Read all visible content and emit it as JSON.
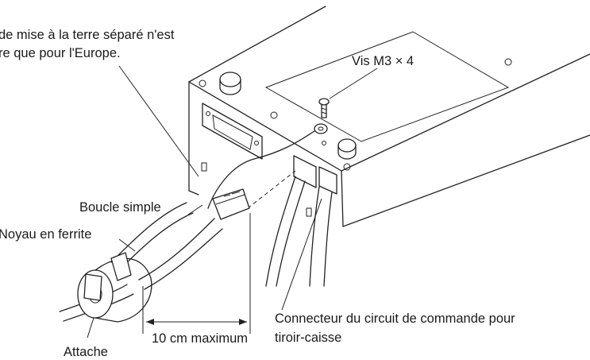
{
  "labels": {
    "ground_note_line1": "de mise à la terre séparé n'est",
    "ground_note_line2": "re que pour l'Europe.",
    "screw": "Vis M3 × 4",
    "single_loop": "Boucle simple",
    "ferrite_core": "Noyau en ferrite",
    "distance": "10 cm maximum",
    "tie": "Attache",
    "connector_line1": "Connecteur du circuit de commande pour",
    "connector_line2": "tiroir-caisse"
  }
}
